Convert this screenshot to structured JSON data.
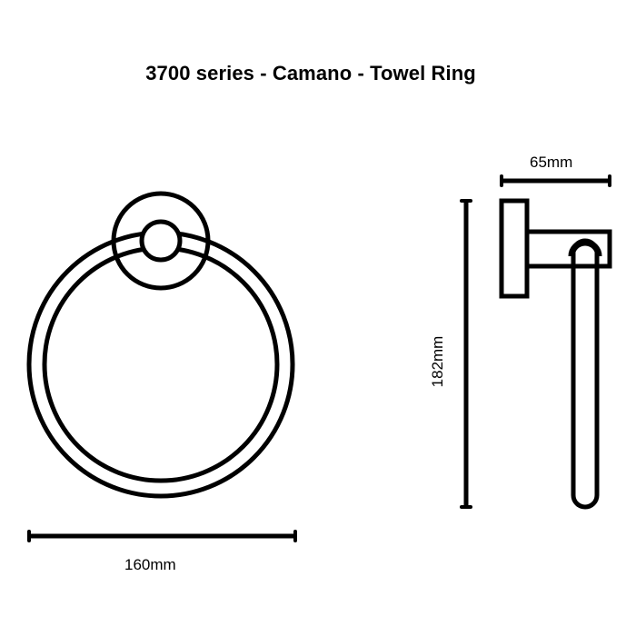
{
  "title": "3700 series - Camano - Towel Ring",
  "dimensions": {
    "width_label": "160mm",
    "depth_label": "65mm",
    "height_label": "182mm"
  },
  "views": {
    "front": {
      "name": "front-view",
      "parts": [
        "backplate-rosette",
        "knob",
        "towel-ring"
      ]
    },
    "side": {
      "name": "side-view",
      "parts": [
        "backplate",
        "arm",
        "ring-profile"
      ]
    }
  },
  "colors": {
    "line": "#000000",
    "background": "#ffffff"
  }
}
